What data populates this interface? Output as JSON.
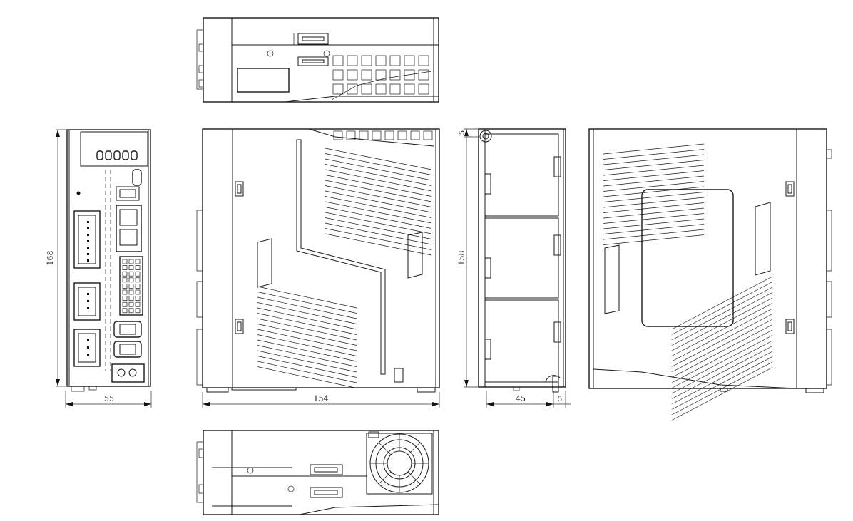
{
  "dimensions": {
    "front_height": "168",
    "front_width": "55",
    "side_length": "154",
    "rear_height": "158",
    "rear_depth": "45",
    "rear_gap_bottom": "5",
    "rear_gap_top": "5"
  },
  "colors": {
    "line": "#1a1a1a",
    "background": "#ffffff"
  }
}
